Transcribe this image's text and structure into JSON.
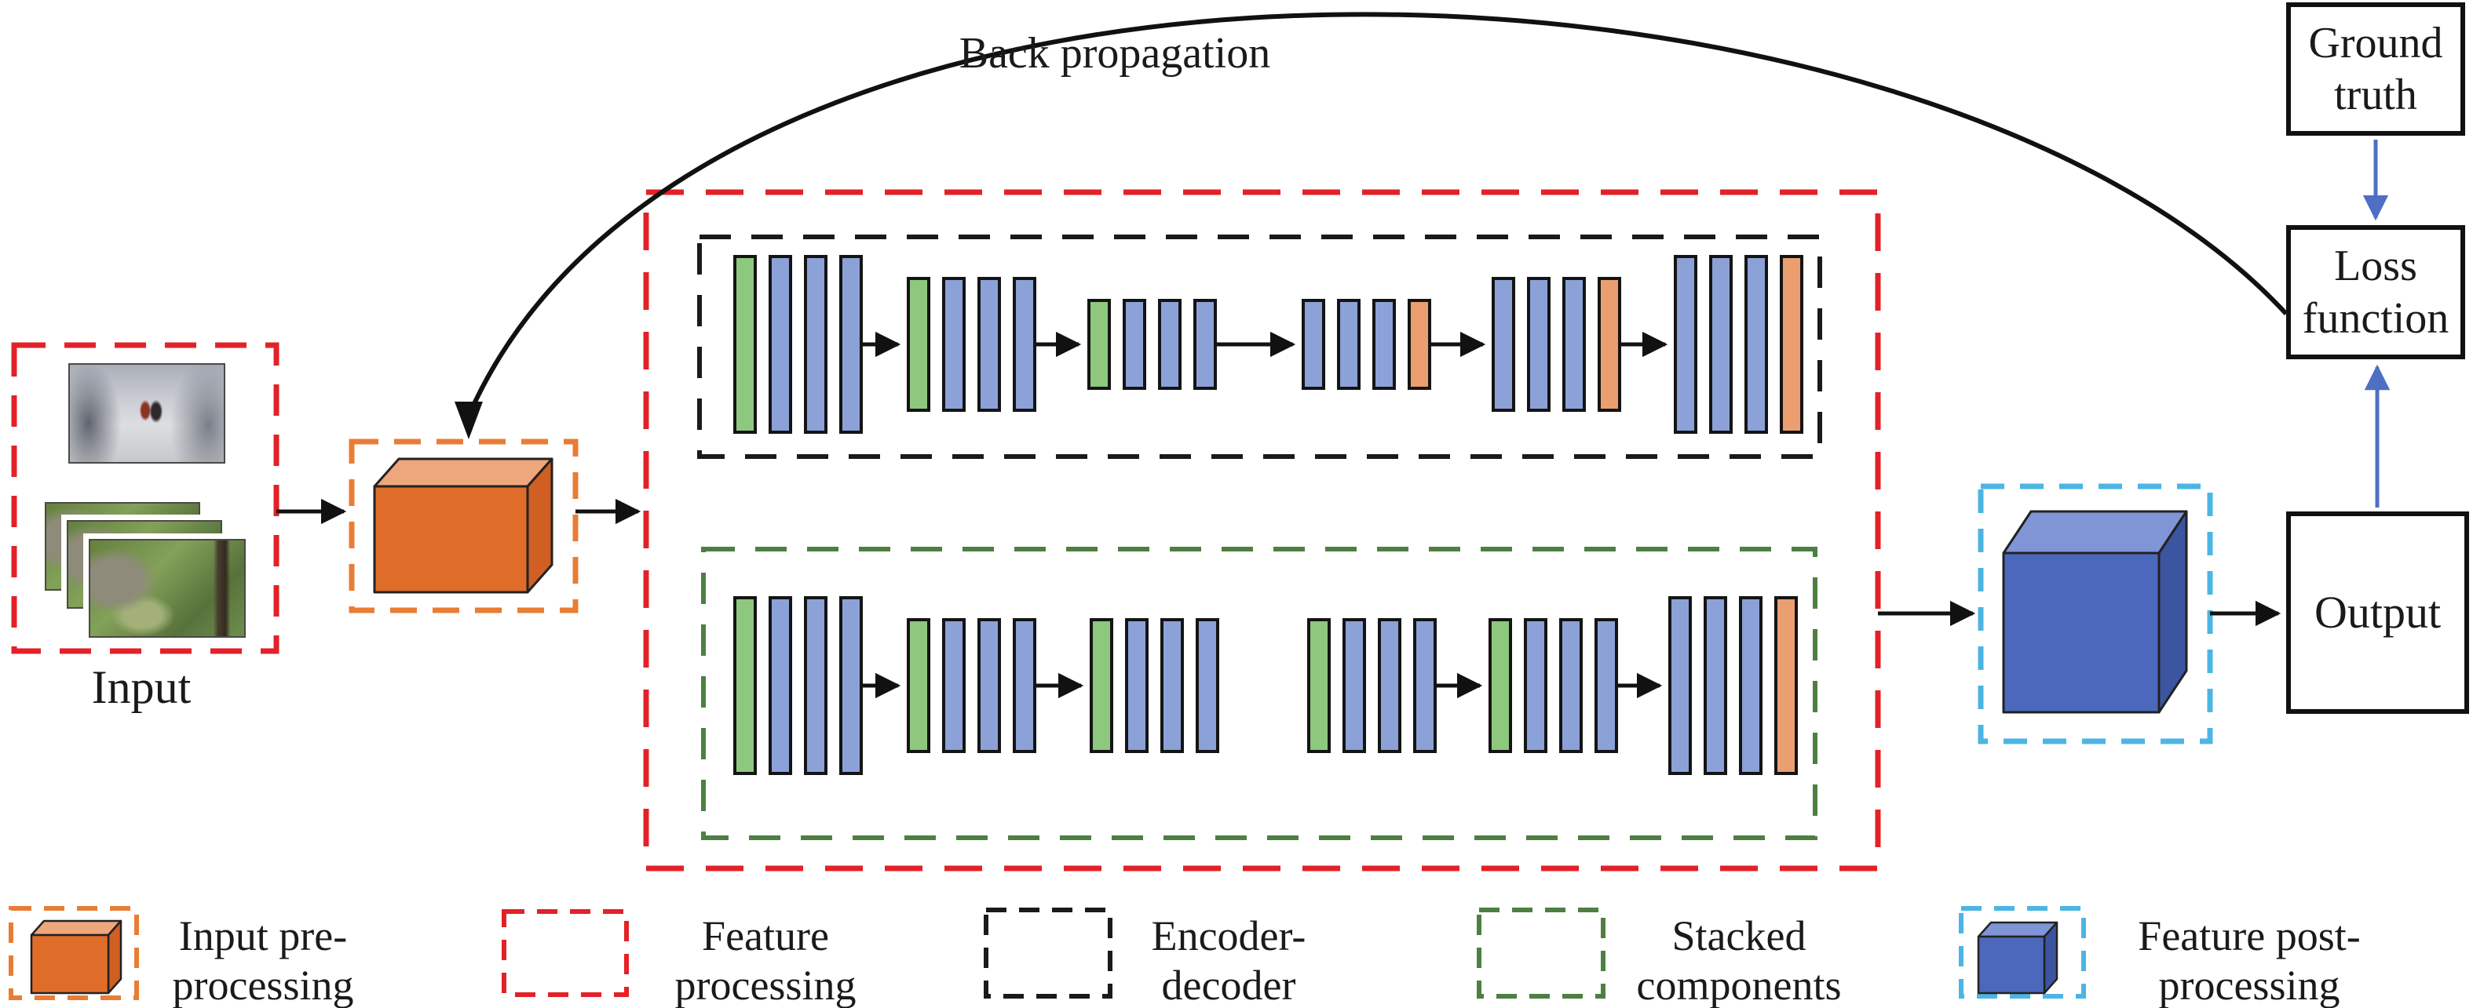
{
  "labels": {
    "input": "Input",
    "back_propagation": "Back propagation",
    "output": "Output",
    "ground_truth": "Ground\ntruth",
    "loss_function": "Loss\nfunction"
  },
  "colors": {
    "bar_green": "#8ec87e",
    "bar_blue": "#8ba1d8",
    "bar_orange": "#eb9e70",
    "bar_border": "#141414",
    "red_dash": "#e32128",
    "orange_dash": "#e87d35",
    "black_dash": "#1a1a1a",
    "green_dash": "#4e7f42",
    "cyan_dash": "#4cb5e3",
    "line_black": "#111111",
    "arrow_blue": "#4f6fc4",
    "cube_orange_front": "#e06c2a",
    "cube_orange_top": "#eea67c",
    "cube_orange_side": "#cf5f23",
    "cube_blue_front": "#4b68bc",
    "cube_blue_top": "#8095d6",
    "cube_blue_side": "#3c55a0"
  },
  "encoder_decoder": {
    "groups": [
      {
        "size": "tall",
        "bars": [
          "green",
          "blue",
          "blue",
          "blue"
        ]
      },
      {
        "size": "medium",
        "bars": [
          "green",
          "blue",
          "blue",
          "blue"
        ]
      },
      {
        "size": "small",
        "bars": [
          "green",
          "blue",
          "blue",
          "blue"
        ]
      },
      {
        "size": "small",
        "bars": [
          "blue",
          "blue",
          "blue",
          "orange"
        ]
      },
      {
        "size": "medium",
        "bars": [
          "blue",
          "blue",
          "blue",
          "orange"
        ]
      },
      {
        "size": "tall",
        "bars": [
          "blue",
          "blue",
          "blue",
          "orange"
        ]
      }
    ]
  },
  "stacked_components": {
    "groups": [
      {
        "size": "tall",
        "bars": [
          "green",
          "blue",
          "blue",
          "blue"
        ]
      },
      {
        "size": "medium",
        "bars": [
          "green",
          "blue",
          "blue",
          "blue"
        ]
      },
      {
        "size": "medium",
        "bars": [
          "green",
          "blue",
          "blue",
          "blue"
        ]
      },
      {
        "size": "medium",
        "bars": [
          "green",
          "blue",
          "blue",
          "blue"
        ]
      },
      {
        "size": "medium",
        "bars": [
          "green",
          "blue",
          "blue",
          "blue"
        ]
      },
      {
        "size": "tall",
        "bars": [
          "blue",
          "blue",
          "blue",
          "orange"
        ]
      }
    ]
  },
  "legend": {
    "items": [
      {
        "id": "input-pre-processing",
        "label": "Input pre-\nprocessing",
        "swatch": "orange-dashed-cube"
      },
      {
        "id": "feature-processing",
        "label": "Feature\nprocessing",
        "swatch": "red-dashed"
      },
      {
        "id": "encoder-decoder",
        "label": "Encoder-\ndecoder",
        "swatch": "black-dashed"
      },
      {
        "id": "stacked-components",
        "label": "Stacked\ncomponents",
        "swatch": "green-dashed"
      },
      {
        "id": "feature-post-processing",
        "label": "Feature post-\nprocessing",
        "swatch": "blue-dashed-cube"
      }
    ]
  }
}
